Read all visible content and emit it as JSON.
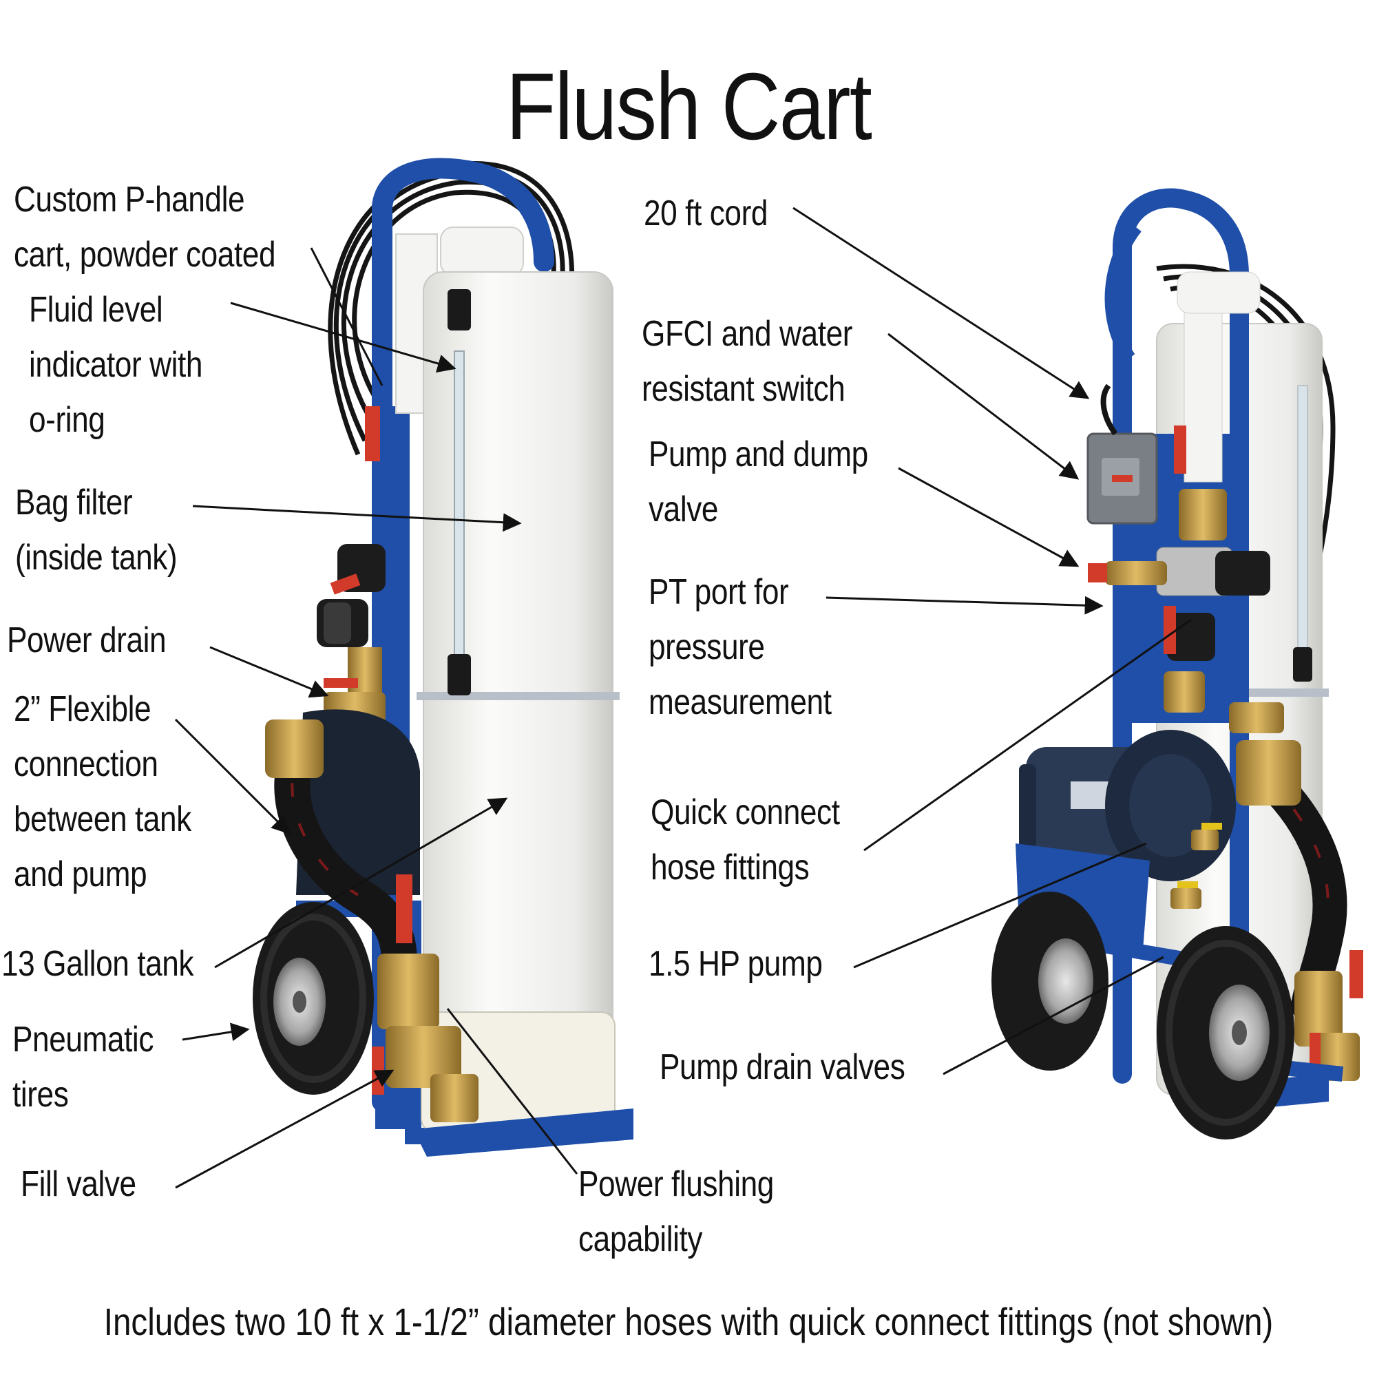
{
  "title": "Flush Cart",
  "footer": "Includes two 10 ft x 1-1/2” diameter hoses with quick connect fittings (not shown)",
  "colors": {
    "frame": "#1f4fa8",
    "tank": "#f2f2f0",
    "brass": "#c9a04a",
    "pump": "#22324a",
    "tire": "#1a1a1a",
    "valve_handle": "#d23a2a",
    "leader": "#111111"
  },
  "labels_left": {
    "p_handle": [
      "Custom P-handle",
      "cart, powder coated"
    ],
    "fluid_level": [
      "Fluid level",
      "indicator with",
      "o-ring"
    ],
    "bag_filter": [
      "Bag filter",
      "(inside  tank)"
    ],
    "power_drain": [
      "Power drain"
    ],
    "flex_connection": [
      "2” Flexible",
      "connection",
      "between tank",
      "and pump"
    ],
    "tank": [
      "13 Gallon tank"
    ],
    "tires": [
      "Pneumatic",
      "tires"
    ],
    "fill_valve": [
      "Fill valve"
    ],
    "power_flushing": [
      "Power flushing",
      "capability"
    ]
  },
  "labels_right": {
    "cord": [
      "20 ft cord"
    ],
    "gfci": [
      "GFCI and water",
      "resistant switch"
    ],
    "pump_dump": [
      "Pump and dump",
      "valve"
    ],
    "pt_port": [
      "PT port for",
      "pressure",
      "measurement"
    ],
    "quick_connect": [
      "Quick connect",
      "hose fittings"
    ],
    "pump": [
      "1.5 HP pump"
    ],
    "pump_drain": [
      "Pump drain valves"
    ]
  }
}
